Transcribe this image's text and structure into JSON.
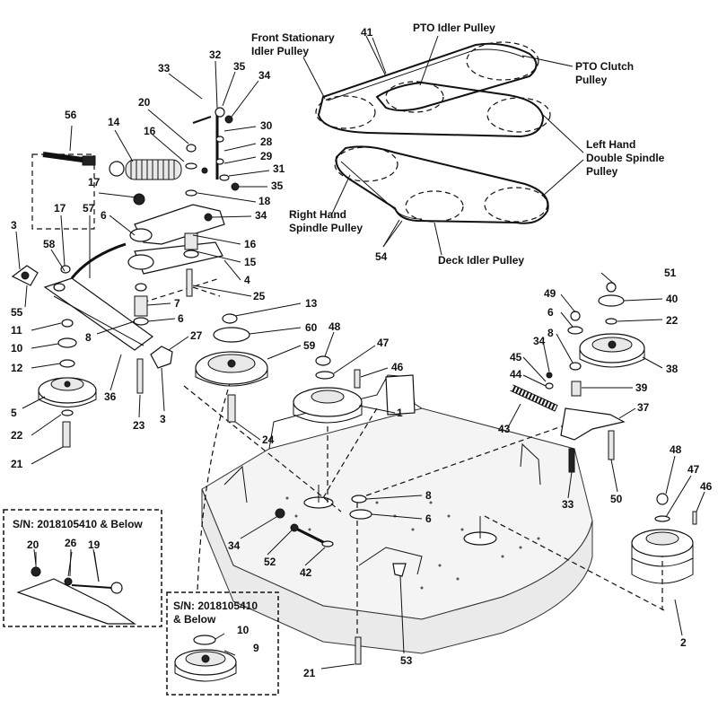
{
  "labels": {
    "front_stationary_idler": [
      "Front Stationary",
      "Idler Pulley"
    ],
    "pto_idler": "PTO Idler Pulley",
    "pto_clutch": [
      "PTO Clutch",
      "Pulley"
    ],
    "left_hand_double": [
      "Left Hand",
      "Double Spindle",
      "Pulley"
    ],
    "right_hand_spindle": [
      "Right Hand",
      "Spindle Pulley"
    ],
    "deck_idler": "Deck Idler Pulley"
  },
  "serial_boxes": {
    "left": "S/N: 2018105410 & Below",
    "middle": [
      "S/N: 2018105410",
      "& Below"
    ]
  },
  "part_numbers": {
    "n41": "41",
    "n54": "54",
    "n56": "56",
    "n14": "14",
    "n16a": "16",
    "n20a": "20",
    "n32": "32",
    "n33a": "33",
    "n35a": "35",
    "n34a": "34",
    "n30": "30",
    "n28": "28",
    "n29": "29",
    "n31": "31",
    "n35b": "35",
    "n18": "18",
    "n34b": "34",
    "n16b": "16",
    "n15": "15",
    "n4": "4",
    "n25": "25",
    "n17a": "17",
    "n6a": "6",
    "n17b": "17",
    "n57": "57",
    "n58": "58",
    "n3a": "3",
    "n55": "55",
    "n11": "11",
    "n10a": "10",
    "n12": "12",
    "n5": "5",
    "n22a": "22",
    "n21a": "21",
    "n7": "7",
    "n6b": "6",
    "n8a": "8",
    "n27": "27",
    "n36": "36",
    "n23": "23",
    "n3b": "3",
    "n13": "13",
    "n60": "60",
    "n59": "59",
    "n24": "24",
    "n48a": "48",
    "n47a": "47",
    "n46a": "46",
    "n1": "1",
    "n51": "51",
    "n49": "49",
    "n40": "40",
    "n6c": "6",
    "n22b": "22",
    "n8b": "8",
    "n38": "38",
    "n34c": "34",
    "n45": "45",
    "n44": "44",
    "n39": "39",
    "n43": "43",
    "n37": "37",
    "n33b": "33",
    "n50": "50",
    "n8c": "8",
    "n6d": "6",
    "n34d": "34",
    "n52": "52",
    "n42": "42",
    "n53": "53",
    "n21b": "21",
    "n48b": "48",
    "n47b": "47",
    "n46b": "46",
    "n2": "2",
    "n20b": "20",
    "n26": "26",
    "n19": "19",
    "n10b": "10",
    "n9": "9"
  }
}
